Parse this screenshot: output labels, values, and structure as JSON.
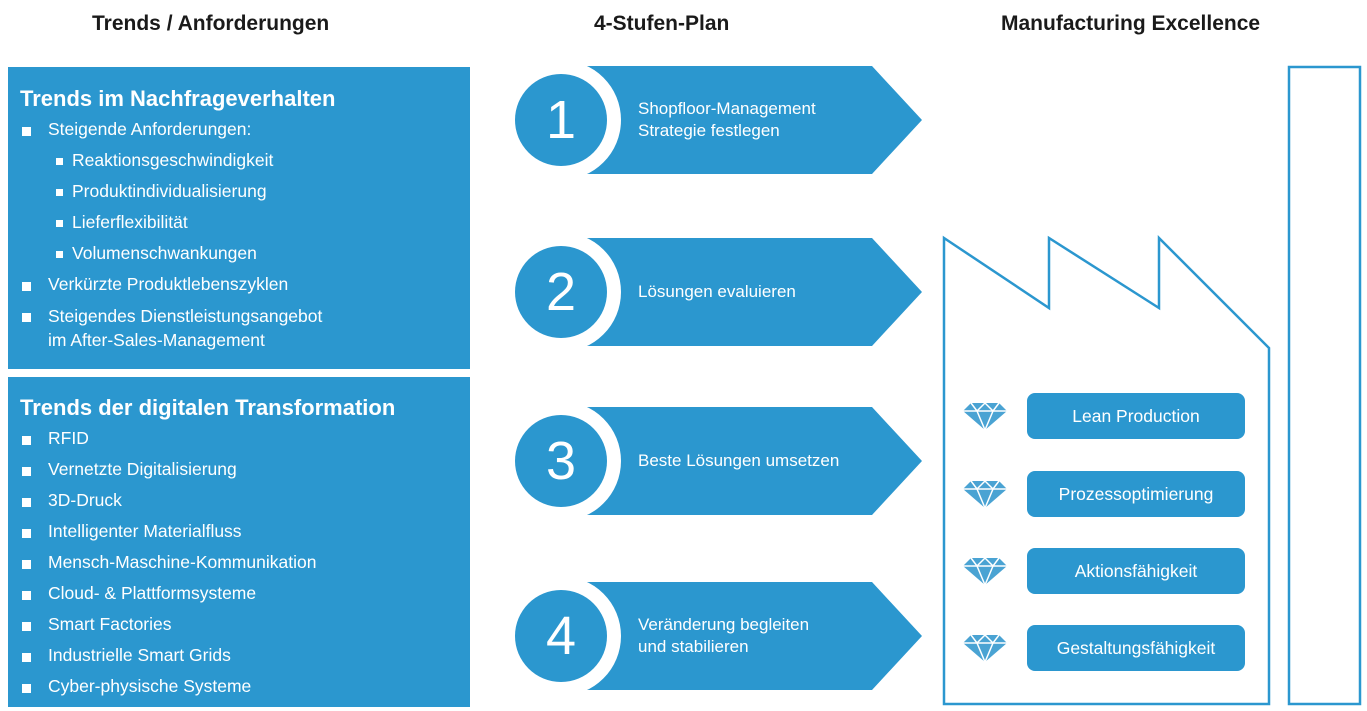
{
  "columns": {
    "trends": "Trends / Anforderungen",
    "plan": "4-Stufen-Plan",
    "excellence": "Manufacturing Excellence"
  },
  "box1": {
    "title": "Trends im Nachfrageverhalten",
    "item1": "Steigende Anforderungen:",
    "sub1": "Reaktionsgeschwindigkeit",
    "sub2": "Produktindividualisierung",
    "sub3": "Lieferflexibilität",
    "sub4": "Volumenschwankungen",
    "item2": "Verkürzte Produktlebenszyklen",
    "item3": "Steigendes Dienstleistungsangebot\nim After-Sales-Management"
  },
  "box2": {
    "title": "Trends der digitalen Transformation",
    "items": [
      "RFID",
      "Vernetzte Digitalisierung",
      "3D-Druck",
      "Intelligenter Materialfluss",
      "Mensch-Maschine-Kommunikation",
      "Cloud- & Plattformsysteme",
      "Smart Factories",
      "Industrielle Smart Grids",
      "Cyber-physische Systeme"
    ]
  },
  "stages": [
    {
      "num": "1",
      "text": "Shopfloor-Management\nStrategie festlegen"
    },
    {
      "num": "2",
      "text": "Lösungen evaluieren"
    },
    {
      "num": "3",
      "text": "Beste Lösungen umsetzen"
    },
    {
      "num": "4",
      "text": "Veränderung begleiten\nund stabilieren"
    }
  ],
  "excellence_items": [
    {
      "label": "Lean Production",
      "icon": "diamond-icon"
    },
    {
      "label": "Prozessoptimierung",
      "icon": "diamond-icon"
    },
    {
      "label": "Aktionsfähigkeit",
      "icon": "diamond-icon"
    },
    {
      "label": "Gestaltungsfähigkeit",
      "icon": "diamond-icon"
    }
  ],
  "colors": {
    "accent": "#2b97cf",
    "diamond": "#4aa3d3"
  }
}
